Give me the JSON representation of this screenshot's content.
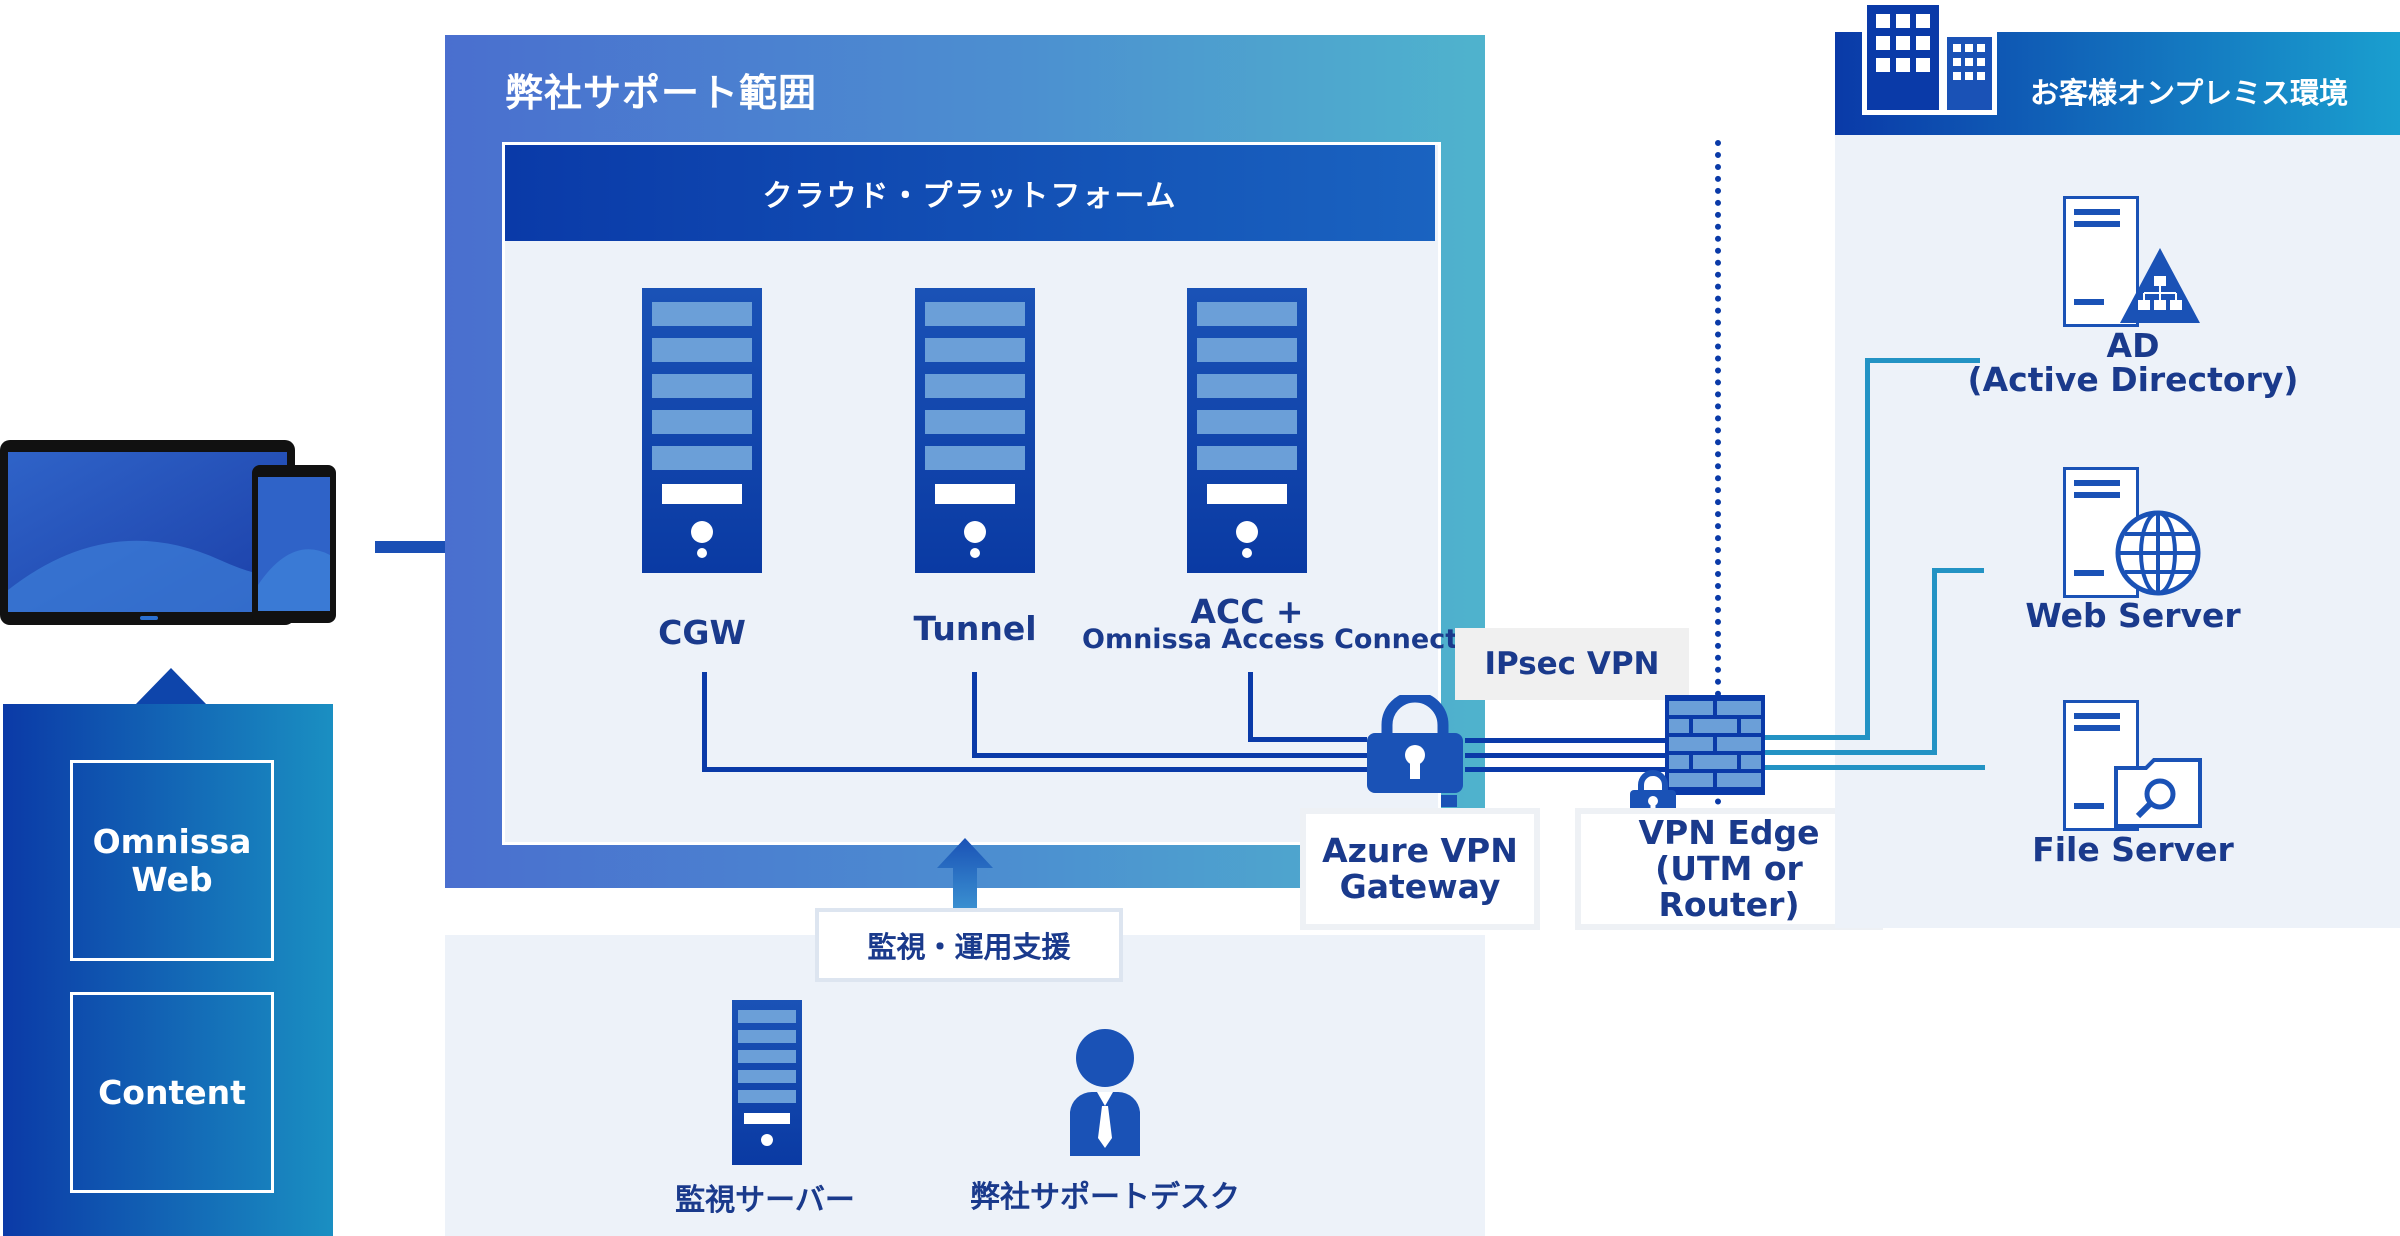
{
  "support_scope": {
    "title": "弊社サポート範囲"
  },
  "cloud_platform": {
    "title": "クラウド・プラットフォーム"
  },
  "servers": [
    {
      "label": "CGW"
    },
    {
      "label": "Tunnel"
    },
    {
      "label_line1": "ACC +",
      "label_line2": "Omnissa Access Connector"
    }
  ],
  "client": {
    "items": [
      "Omnissa Web",
      "Content"
    ],
    "item1_line1": "Omnissa",
    "item1_line2": "Web"
  },
  "monitoring": {
    "label": "監視・運用支援",
    "server_label": "監視サーバー",
    "desk_label": "弊社サポートデスク"
  },
  "vpn": {
    "ipsec_label": "IPsec VPN",
    "azure_line1": "Azure VPN",
    "azure_line2": "Gateway",
    "edge_line1": "VPN Edge",
    "edge_line2": "(UTM or Router)"
  },
  "onprem": {
    "title": "お客様オンプレミス環境",
    "ad_line1": "AD",
    "ad_line2": "(Active Directory)",
    "web_server": "Web Server",
    "file_server": "File Server"
  },
  "colors": {
    "navy": "#0a3aa8",
    "teal": "#2393c4",
    "text": "#1a3a8c",
    "panel": "#edf2f9"
  }
}
